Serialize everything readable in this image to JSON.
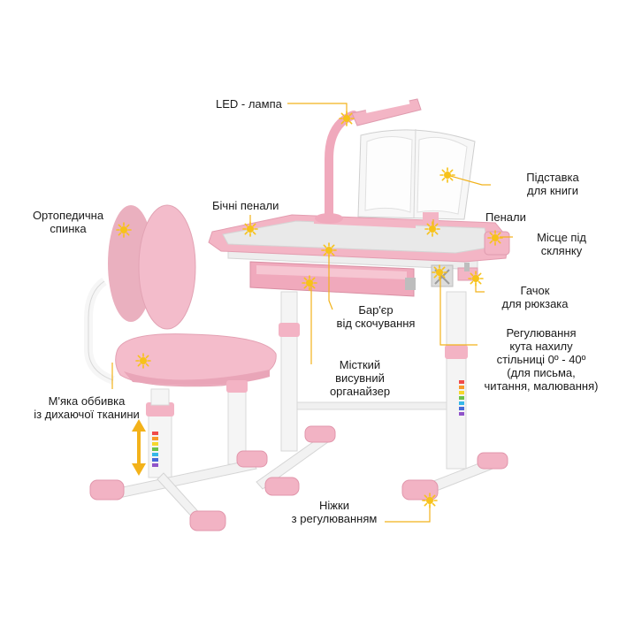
{
  "colors": {
    "pink": "#f2b8c6",
    "pink_dark": "#e48fa6",
    "white_frame": "#f4f4f4",
    "desktop_gray": "#e6e6e6",
    "marker": "#f7c21a",
    "leader": "#f2b21b"
  },
  "callouts": {
    "led_lamp": "LED - лампа",
    "book_stand": [
      "Підставка",
      "для книги"
    ],
    "side_pencil_cases": "Бічні пенали",
    "pencil_cases": "Пенали",
    "cup_holder": [
      "Місце під",
      "склянку"
    ],
    "orthopedic_back": [
      "Ортопедична",
      "спинка"
    ],
    "anti_slip_barrier": [
      "Бар'єр",
      "від скочування"
    ],
    "backpack_hook": [
      "Гачок",
      "для рюкзака"
    ],
    "tilt_adjustment": [
      "Регулювання",
      "кута нахилу",
      "стільниці 0º - 40º",
      "(для письма,",
      "читання, малювання)"
    ],
    "organizer": [
      "Місткий",
      "висувний",
      "органайзер"
    ],
    "soft_upholstery": [
      "М'яка оббивка",
      "із дихаючої тканини"
    ],
    "adjustable_legs": [
      "Ніжки",
      "з регулюванням"
    ]
  },
  "icons": {
    "marker": "sun-marker-icon",
    "height_arrow": "double-arrow-vertical-icon"
  }
}
